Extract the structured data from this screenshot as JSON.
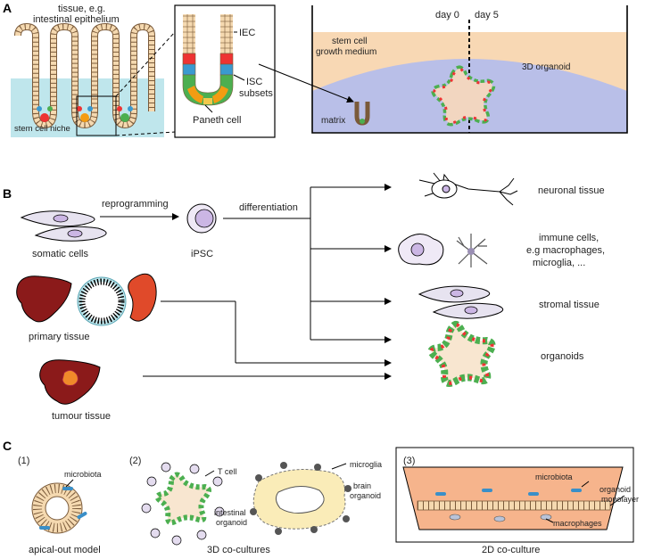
{
  "panel_a": {
    "letter": "A",
    "tissue_label_1": "tissue, e.g.",
    "tissue_label_2": "intestinal epithelium",
    "niche_label": "stem cell niche",
    "iec_label": "IEC",
    "isc_label_1": "ISC",
    "isc_label_2": "subsets",
    "paneth_label": "Paneth cell",
    "day0": "day 0",
    "day5": "day 5",
    "medium_label_1": "stem cell",
    "medium_label_2": "growth medium",
    "organoid_label": "3D organoid",
    "matrix_label": "matrix"
  },
  "panel_b": {
    "letter": "B",
    "somatic": "somatic cells",
    "reprogramming": "reprogramming",
    "ipsc": "iPSC",
    "differentiation": "differentiation",
    "primary": "primary tissue",
    "tumour": "tumour tissue",
    "neuronal": "neuronal tissue",
    "immune_1": "immune cells,",
    "immune_2": "e.g macrophages,",
    "immune_3": "microglia, ...",
    "stromal": "stromal tissue",
    "organoids": "organoids"
  },
  "panel_c": {
    "letter": "C",
    "n1": "(1)",
    "n2": "(2)",
    "n3": "(3)",
    "microbiota_1": "microbiota",
    "apical": "apical-out model",
    "tcell": "T cell",
    "intestinal_1": "intestinal",
    "intestinal_2": "organoid",
    "microglia": "microglia",
    "brain_1": "brain",
    "brain_2": "organoid",
    "cocult3d": "3D co-cultures",
    "microbiota_3": "microbiota",
    "monolayer_1": "organoid",
    "monolayer_2": "monolayer",
    "macrophages": "macrophages",
    "cocult2d": "2D co-culture"
  },
  "colors": {
    "epithelium": "#f5d9b0",
    "niche": "#bfe6ec",
    "medium": "#f8d8b4",
    "matrix": "#b9bfe8",
    "cell_purple": "#cbb6e4",
    "liver": "#8b1a1a",
    "spleen": "#e04a2a",
    "tumour_spot": "#f08a2a",
    "microbe_blue": "#3a8fc8",
    "dish_2d": "#f6b48c"
  }
}
